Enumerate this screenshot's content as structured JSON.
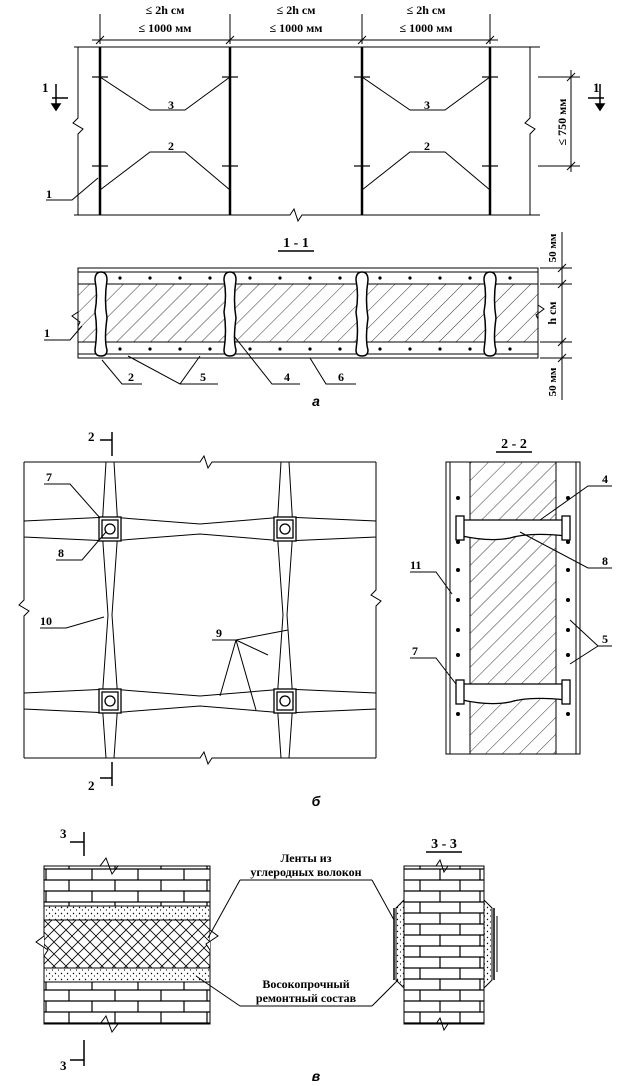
{
  "panel_a": {
    "dim_top": [
      "≤ 2h см",
      "≤ 2h см",
      "≤ 2h см"
    ],
    "dim_bottom": [
      "≤ 1000 мм",
      "≤ 1000 мм",
      "≤ 1000 мм"
    ],
    "dim_side": "≤ 750 мм",
    "section_marker": "1",
    "callout_3": "3",
    "callout_2": "2",
    "callout_1": "1",
    "section_title": "1 - 1",
    "dim_50_top": "50 мм",
    "dim_h": "h см",
    "dim_50_bottom": "50 мм",
    "sec_labels": [
      "1",
      "2",
      "5",
      "4",
      "6"
    ],
    "caption": "а"
  },
  "panel_b": {
    "section_marker": "2",
    "labels": [
      "7",
      "8",
      "10",
      "9"
    ],
    "section_title": "2 - 2",
    "sec_labels": [
      "4",
      "11",
      "8",
      "7",
      "5"
    ],
    "caption": "б"
  },
  "panel_c": {
    "section_marker": "3",
    "section_title": "3 - 3",
    "note_1": [
      "Ленты из",
      "углеродных волокон"
    ],
    "note_2": [
      "Восокопрочный",
      "ремонтный состав"
    ],
    "caption": "в"
  }
}
